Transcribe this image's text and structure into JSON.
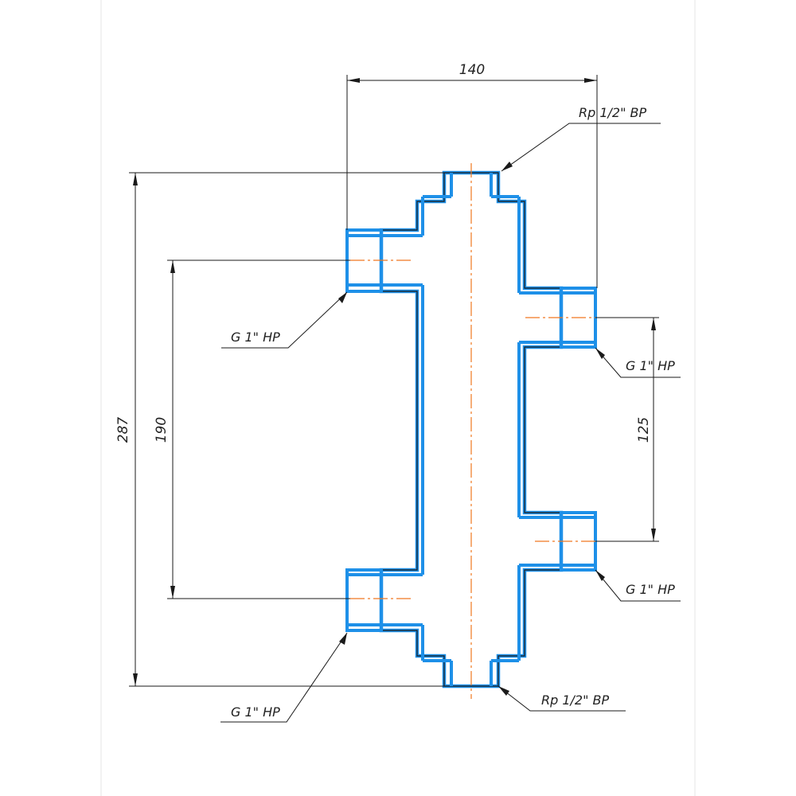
{
  "colors": {
    "part_outline": "#1e90e8",
    "part_inner": "#1a1a1a",
    "center_line": "#f07820",
    "dimension_line": "#1a1a1a",
    "sheet_border": "#e6e6e6"
  },
  "dimensions": {
    "top_width": "140",
    "overall_height": "287",
    "left_spacing": "190",
    "right_spacing": "125"
  },
  "labels": {
    "top_port": "Rp 1/2\" BP",
    "bottom_port": "Rp 1/2\" BP",
    "left_top_port": "G 1\" HP",
    "left_bottom_port": "G 1\" HP",
    "right_top_port": "G 1\" HP",
    "right_bottom_port": "G 1\" HP"
  }
}
